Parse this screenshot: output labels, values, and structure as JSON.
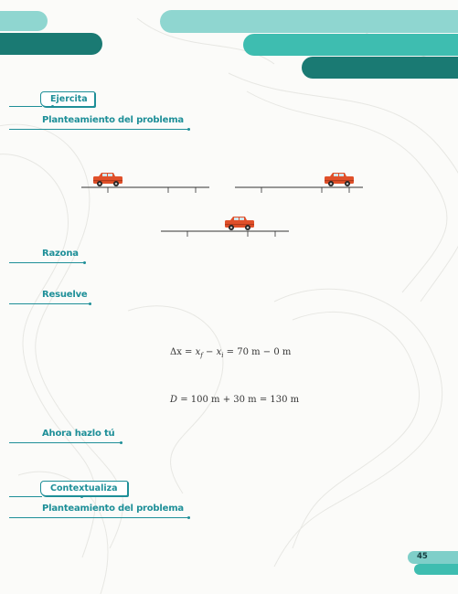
{
  "sections": {
    "ejercita": "Ejercita",
    "planteamiento_1": "Planteamiento del problema",
    "razona": "Razona",
    "resuelve": "Resuelve",
    "ahora": "Ahora hazlo tú",
    "contextualiza": "Contextualiza",
    "planteamiento_2": "Planteamiento del problema"
  },
  "equations": {
    "displacement": {
      "lhs": "Δx = ",
      "x": "x",
      "f": "f",
      "minus1": " − ",
      "i": "i",
      "rhs": " = 70 m − 0 m"
    },
    "distance": {
      "lhs": "D",
      "rhs": " = 100 m + 30 m = 130 m"
    }
  },
  "page_number": "45",
  "colors": {
    "teal_dark": "#1a7a73",
    "teal_mid": "#3ebdb0",
    "teal_light": "#8fd6d0",
    "heading": "#1e8f98",
    "car_red": "#e0502a"
  }
}
